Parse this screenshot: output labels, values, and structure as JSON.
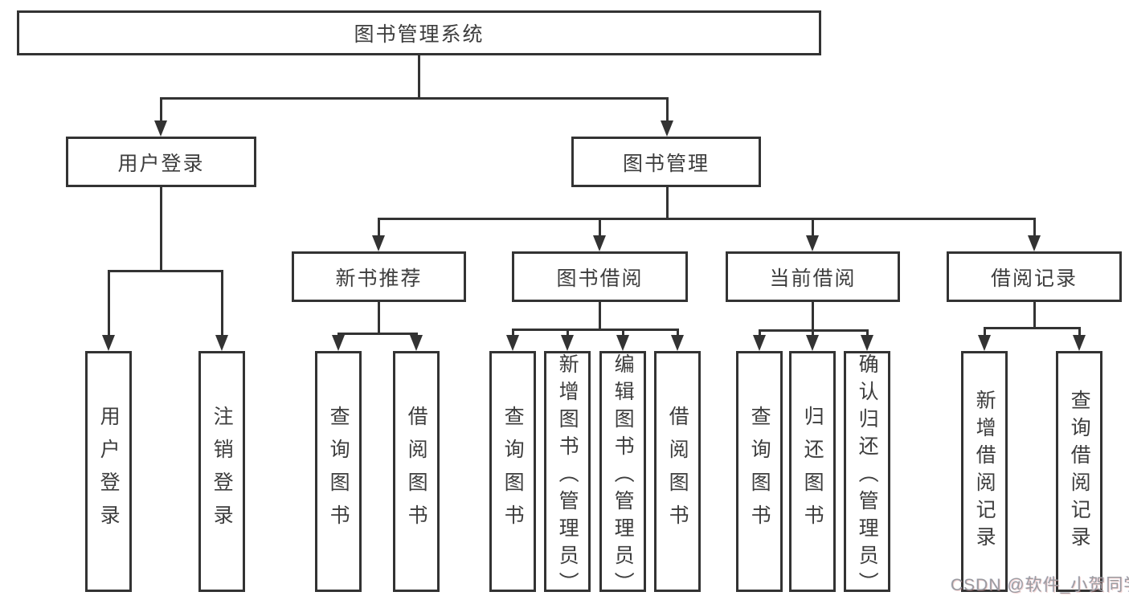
{
  "diagram_title": "图书管理系统",
  "watermark": "CSDN @软件_小贺同学",
  "theme": {
    "line": "#333333",
    "text": "#3d3d3d",
    "box_bg": "#ffffff",
    "wm": "#9b9ba0"
  },
  "tree": {
    "root": {
      "label": "图书管理系统",
      "children": [
        {
          "label": "用户登录",
          "children": [
            {
              "label": "用户登录"
            },
            {
              "label": "注销登录"
            }
          ]
        },
        {
          "label": "图书管理",
          "children": [
            {
              "label": "新书推荐",
              "children": [
                {
                  "label": "查询图书"
                },
                {
                  "label": "借阅图书"
                }
              ]
            },
            {
              "label": "图书借阅",
              "children": [
                {
                  "label": "查询图书"
                },
                {
                  "label": "新增图书（管理员）"
                },
                {
                  "label": "编辑图书（管理员）"
                },
                {
                  "label": "借阅图书"
                }
              ]
            },
            {
              "label": "当前借阅",
              "children": [
                {
                  "label": "查询图书"
                },
                {
                  "label": "归还图书"
                },
                {
                  "label": "确认归还（管理员）"
                }
              ]
            },
            {
              "label": "借阅记录",
              "children": [
                {
                  "label": "新增借阅记录"
                },
                {
                  "label": "查询借阅记录"
                }
              ]
            }
          ]
        }
      ]
    }
  }
}
